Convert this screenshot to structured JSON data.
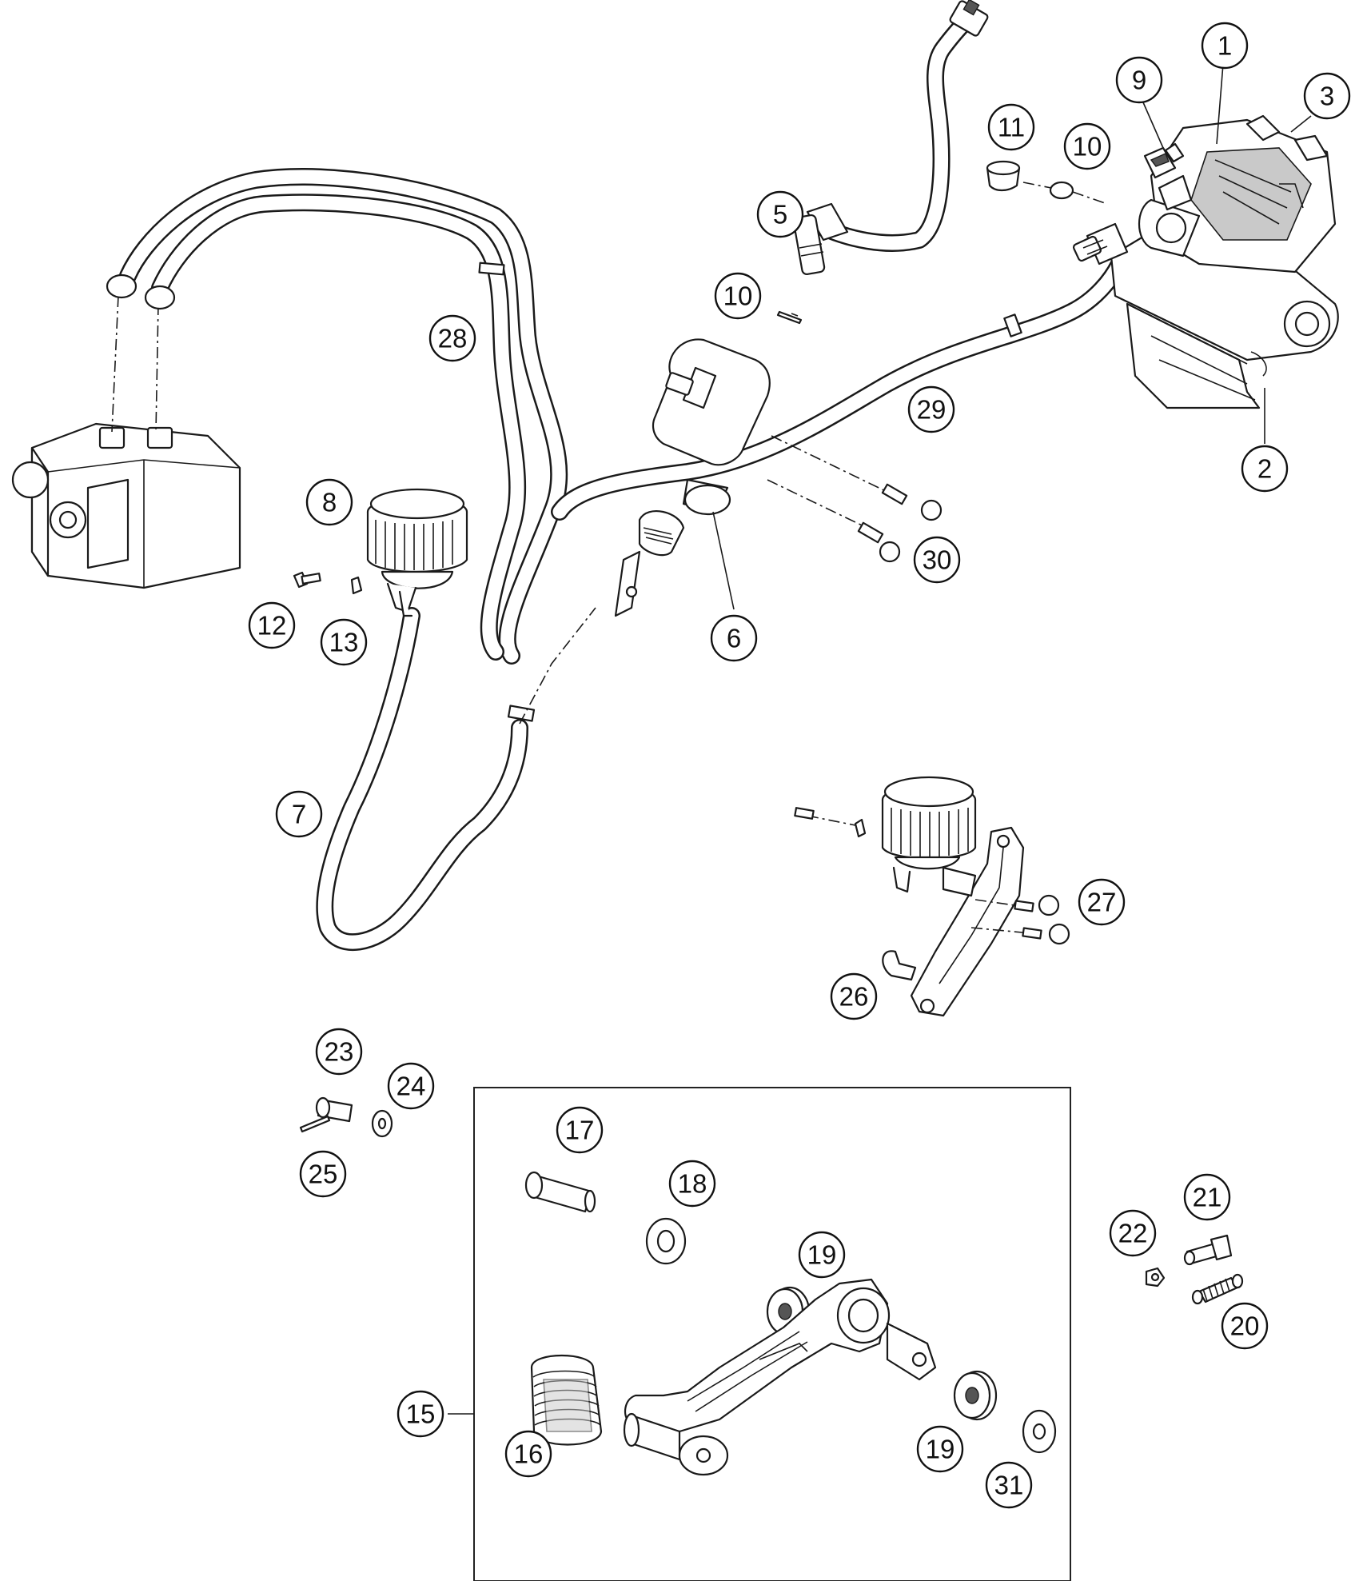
{
  "callouts": [
    {
      "id": "1",
      "label": "1"
    },
    {
      "id": "2",
      "label": "2"
    },
    {
      "id": "3",
      "label": "3"
    },
    {
      "id": "5",
      "label": "5"
    },
    {
      "id": "6",
      "label": "6"
    },
    {
      "id": "7",
      "label": "7"
    },
    {
      "id": "8",
      "label": "8"
    },
    {
      "id": "9",
      "label": "9"
    },
    {
      "id": "10a",
      "label": "10"
    },
    {
      "id": "10b",
      "label": "10"
    },
    {
      "id": "11",
      "label": "11"
    },
    {
      "id": "12",
      "label": "12"
    },
    {
      "id": "13",
      "label": "13"
    },
    {
      "id": "15",
      "label": "15"
    },
    {
      "id": "16",
      "label": "16"
    },
    {
      "id": "17",
      "label": "17"
    },
    {
      "id": "18",
      "label": "18"
    },
    {
      "id": "19a",
      "label": "19"
    },
    {
      "id": "19b",
      "label": "19"
    },
    {
      "id": "20",
      "label": "20"
    },
    {
      "id": "21",
      "label": "21"
    },
    {
      "id": "22",
      "label": "22"
    },
    {
      "id": "23",
      "label": "23"
    },
    {
      "id": "24",
      "label": "24"
    },
    {
      "id": "25",
      "label": "25"
    },
    {
      "id": "26",
      "label": "26"
    },
    {
      "id": "27",
      "label": "27"
    },
    {
      "id": "28",
      "label": "28"
    },
    {
      "id": "29",
      "label": "29"
    },
    {
      "id": "30",
      "label": "30"
    },
    {
      "id": "31",
      "label": "31"
    }
  ]
}
